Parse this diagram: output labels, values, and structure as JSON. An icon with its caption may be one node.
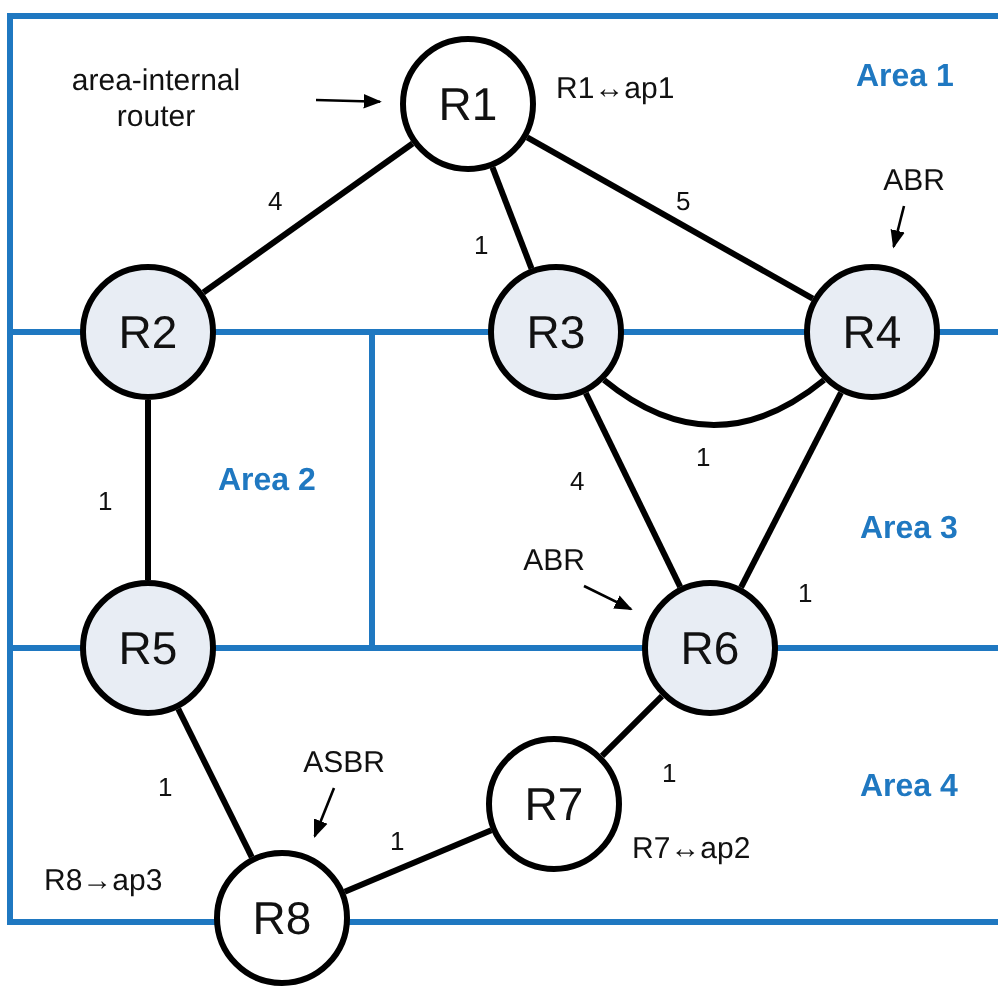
{
  "diagram": {
    "nodes": [
      {
        "text": [
          "R1"
        ],
        "beside": [
          "R1↔ap1"
        ]
      },
      {
        "text": [
          "R2"
        ]
      },
      {
        "text": [
          "R3"
        ]
      },
      {
        "text": [
          "R4"
        ]
      },
      {
        "text": [
          "R5"
        ]
      },
      {
        "text": [
          "R6"
        ]
      },
      {
        "text": [
          "R7"
        ],
        "beside": [
          "R7↔ap2"
        ]
      },
      {
        "text": [
          "R8"
        ],
        "beside": [
          "R8→ap3"
        ]
      },
      {
        "text": [
          "area-internal router"
        ]
      },
      {
        "text": [
          "ABR"
        ]
      },
      {
        "text": [
          "ABR"
        ]
      },
      {
        "text": [
          "ASBR"
        ]
      }
    ],
    "edges": [
      {
        "from": 0,
        "to": 1,
        "arrow": "none",
        "label": "4"
      },
      {
        "from": 0,
        "to": 2,
        "arrow": "none",
        "label": "1"
      },
      {
        "from": 0,
        "to": 3,
        "arrow": "none",
        "label": "5"
      },
      {
        "from": 2,
        "to": 3,
        "arrow": "none",
        "label": "1"
      },
      {
        "from": 1,
        "to": 4,
        "arrow": "none",
        "label": "1"
      },
      {
        "from": 2,
        "to": 5,
        "arrow": "none",
        "label": "4"
      },
      {
        "from": 3,
        "to": 5,
        "arrow": "none",
        "label": "1"
      },
      {
        "from": 4,
        "to": 7,
        "arrow": "none",
        "label": "1"
      },
      {
        "from": 5,
        "to": 6,
        "arrow": "none",
        "label": "1"
      },
      {
        "from": 6,
        "to": 7,
        "arrow": "none",
        "label": "1"
      },
      {
        "from": 8,
        "to": 0,
        "arrow": "to"
      },
      {
        "from": 9,
        "to": 3,
        "arrow": "to"
      },
      {
        "from": 10,
        "to": 5,
        "arrow": "to"
      },
      {
        "from": 11,
        "to": 7,
        "arrow": "to"
      }
    ],
    "labels": [
      "Area 1",
      "Area 2",
      "Area 3",
      "Area 4"
    ]
  }
}
